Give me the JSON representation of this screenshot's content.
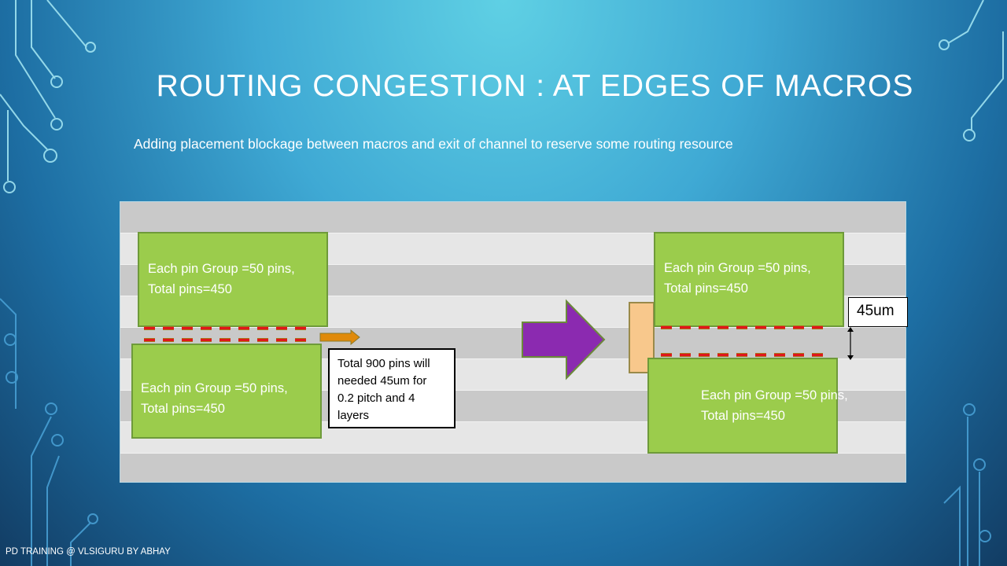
{
  "slide": {
    "title": "ROUTING CONGESTION : AT EDGES OF MACROS",
    "subtitle": "Adding placement blockage between macros and exit of channel to reserve some routing resource",
    "footer": "PD TRAINING @ VLSIGURU BY ABHAY"
  },
  "left": {
    "macro_top": {
      "line1": "Each pin Group =50 pins,",
      "line2": "Total pins=450"
    },
    "macro_bottom": {
      "line1": "Each pin Group =50 pins,",
      "line2": "Total pins=450"
    },
    "note": {
      "line1": "Total 900 pins will",
      "line2": "needed 45um for",
      "line3": "0.2 pitch and 4",
      "line4": "layers"
    }
  },
  "right": {
    "macro_top": {
      "line1": "Each pin Group =50 pins,",
      "line2": "Total pins=450"
    },
    "macro_bottom": {
      "line1": "Each pin Group =50 pins,",
      "line2": "Total pins=450"
    },
    "spacing_label": "45um"
  },
  "colors": {
    "macro": "#9bcc4c",
    "pin": "#e0161a",
    "arrow": "#8b2ab0",
    "blockage": "#f8c88c",
    "small_arrow": "#e08a0a"
  }
}
